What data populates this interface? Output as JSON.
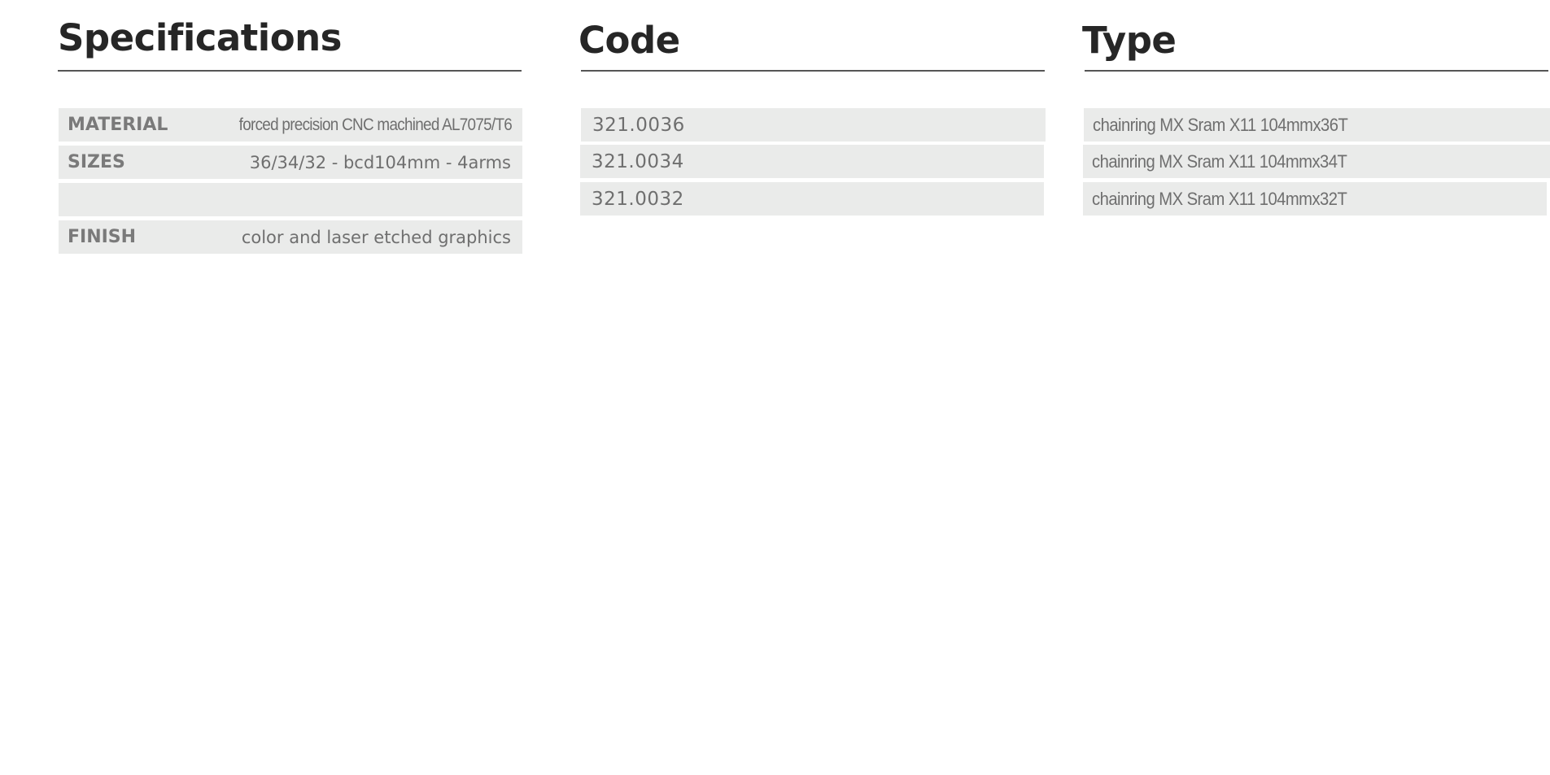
{
  "specifications": {
    "title": "Specifications",
    "rows": [
      {
        "label": "MATERIAL",
        "value": "forced precision CNC machined AL7075/T6"
      },
      {
        "label": "SIZES",
        "value": "36/34/32 - bcd104mm - 4arms"
      },
      {
        "label": "",
        "value": ""
      },
      {
        "label": "FINISH",
        "value": "color and laser etched graphics"
      }
    ]
  },
  "code": {
    "title": "Code",
    "rows": [
      "321.0036",
      "321.0034",
      "321.0032"
    ]
  },
  "type": {
    "title": "Type",
    "rows": [
      "chainring MX Sram X11 104mmx36T",
      "chainring MX Sram X11 104mmx34T",
      "chainring MX Sram X11 104mmx32T"
    ]
  },
  "colors": {
    "heading": "#262626",
    "row_background": "#eaebea",
    "text": "#6f6f6f",
    "rule": "#555555"
  }
}
